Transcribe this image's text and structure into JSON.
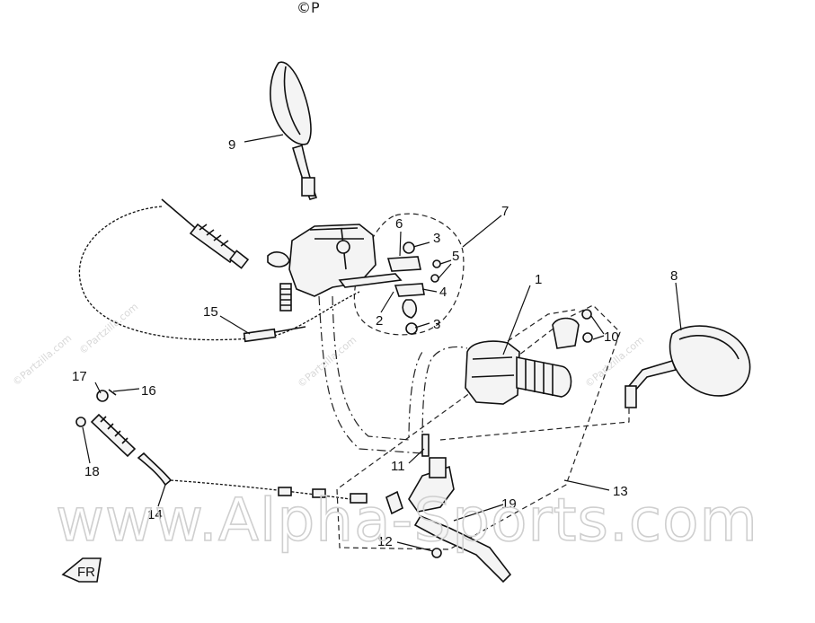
{
  "watermark": {
    "main": "www.Alpha-Sports.com",
    "partzilla": "©Partzilla.com",
    "copyright": "©P"
  },
  "callouts": [
    {
      "id": "c1",
      "text": "1"
    },
    {
      "id": "c2",
      "text": "2"
    },
    {
      "id": "c3a",
      "text": "3"
    },
    {
      "id": "c3b",
      "text": "3"
    },
    {
      "id": "c4",
      "text": "4"
    },
    {
      "id": "c5",
      "text": "5"
    },
    {
      "id": "c6",
      "text": "6"
    },
    {
      "id": "c7",
      "text": "7"
    },
    {
      "id": "c8",
      "text": "8"
    },
    {
      "id": "c9",
      "text": "9"
    },
    {
      "id": "c10",
      "text": "10"
    },
    {
      "id": "c11",
      "text": "11"
    },
    {
      "id": "c12",
      "text": "12"
    },
    {
      "id": "c13",
      "text": "13"
    },
    {
      "id": "c14",
      "text": "14"
    },
    {
      "id": "c15",
      "text": "15"
    },
    {
      "id": "c16",
      "text": "16"
    },
    {
      "id": "c17",
      "text": "17"
    },
    {
      "id": "c18",
      "text": "18"
    },
    {
      "id": "c19",
      "text": "19"
    }
  ],
  "front_badge": "FR"
}
